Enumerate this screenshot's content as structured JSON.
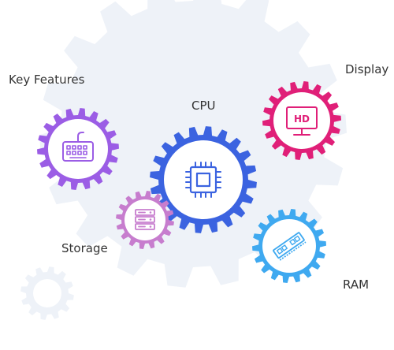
{
  "labels": {
    "key_features": "Key Features",
    "cpu": "CPU",
    "display": "Display",
    "storage": "Storage",
    "ram": "RAM"
  },
  "icons": {
    "key_features": "keyboard-icon",
    "cpu": "chip-icon",
    "display": "hd-monitor-icon",
    "storage": "server-icon",
    "ram": "ram-module-icon"
  },
  "display_badge": "HD",
  "colors": {
    "key_features": "#9b5de5",
    "cpu": "#3b63e0",
    "display": "#e01f78",
    "storage": "#c77dce",
    "ram": "#3fa9f0",
    "background_gear": "#eef2f8"
  }
}
